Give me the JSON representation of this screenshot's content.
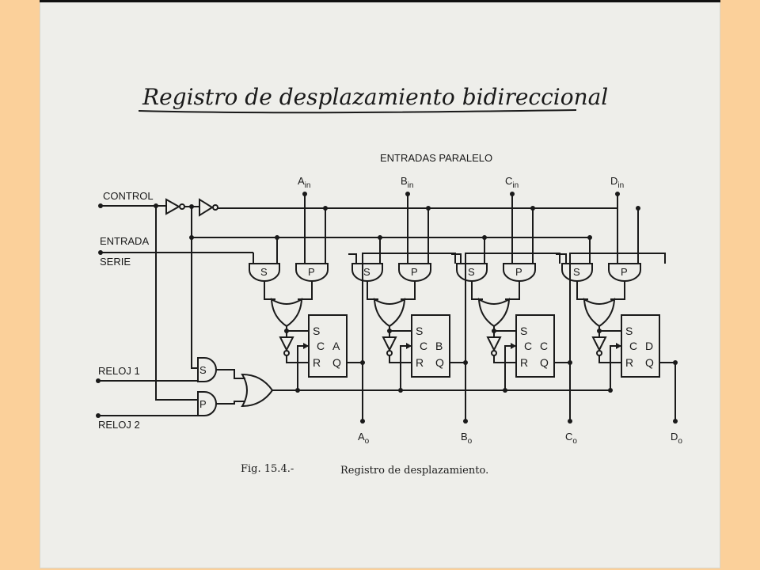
{
  "title": "Registro de desplazamiento bidireccional",
  "header": "ENTRADAS PARALELO",
  "inputs": {
    "control": "CONTROL",
    "serie_line1": "ENTRADA",
    "serie_line2": "SERIE",
    "clock1": "RELOJ 1",
    "clock2": "RELOJ 2"
  },
  "parallel_inputs": [
    {
      "letter": "A",
      "sub": "in"
    },
    {
      "letter": "B",
      "sub": "in"
    },
    {
      "letter": "C",
      "sub": "in"
    },
    {
      "letter": "D",
      "sub": "in"
    }
  ],
  "outputs": [
    {
      "letter": "A",
      "sub": "o"
    },
    {
      "letter": "B",
      "sub": "o"
    },
    {
      "letter": "C",
      "sub": "o"
    },
    {
      "letter": "D",
      "sub": "o"
    }
  ],
  "gates": {
    "serial": "S",
    "parallel": "P"
  },
  "flipflops": [
    {
      "name": "A",
      "s": "S",
      "c": "C",
      "r": "R",
      "q": "Q"
    },
    {
      "name": "B",
      "s": "S",
      "c": "C",
      "r": "R",
      "q": "Q"
    },
    {
      "name": "C",
      "s": "S",
      "c": "C",
      "r": "R",
      "q": "Q"
    },
    {
      "name": "D",
      "s": "S",
      "c": "C",
      "r": "R",
      "q": "Q"
    }
  ],
  "caption": {
    "fig": "Fig. 15.4.-",
    "text": "Registro de desplazamiento."
  }
}
